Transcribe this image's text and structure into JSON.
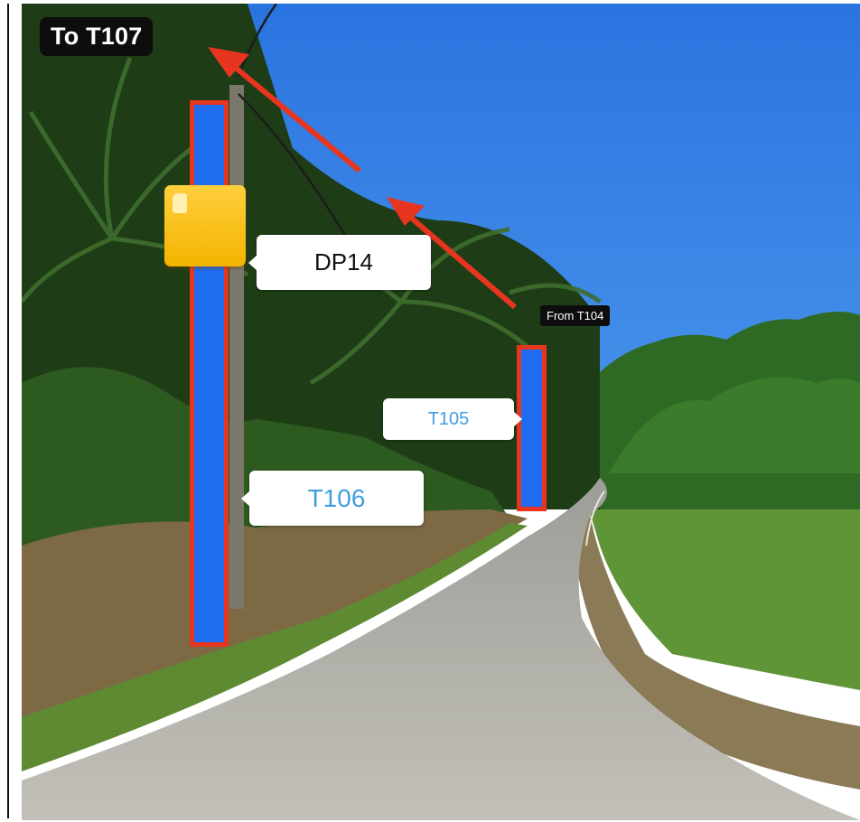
{
  "labels": {
    "to": "To T107",
    "from": "From T104"
  },
  "callouts": {
    "dp14": "DP14",
    "t105": "T105",
    "t106": "T106"
  },
  "icons": {
    "distribution_point": "yellow-square-icon",
    "direction_arrows": "red-arrow-icon"
  },
  "colors": {
    "pole_fill": "#1f6cf0",
    "pole_outline": "#e8351f",
    "arrow": "#e8351f",
    "callout_text": "#3e9fe0",
    "dp_box": "#f7bf2a",
    "label_bg": "#0d0d0d"
  }
}
